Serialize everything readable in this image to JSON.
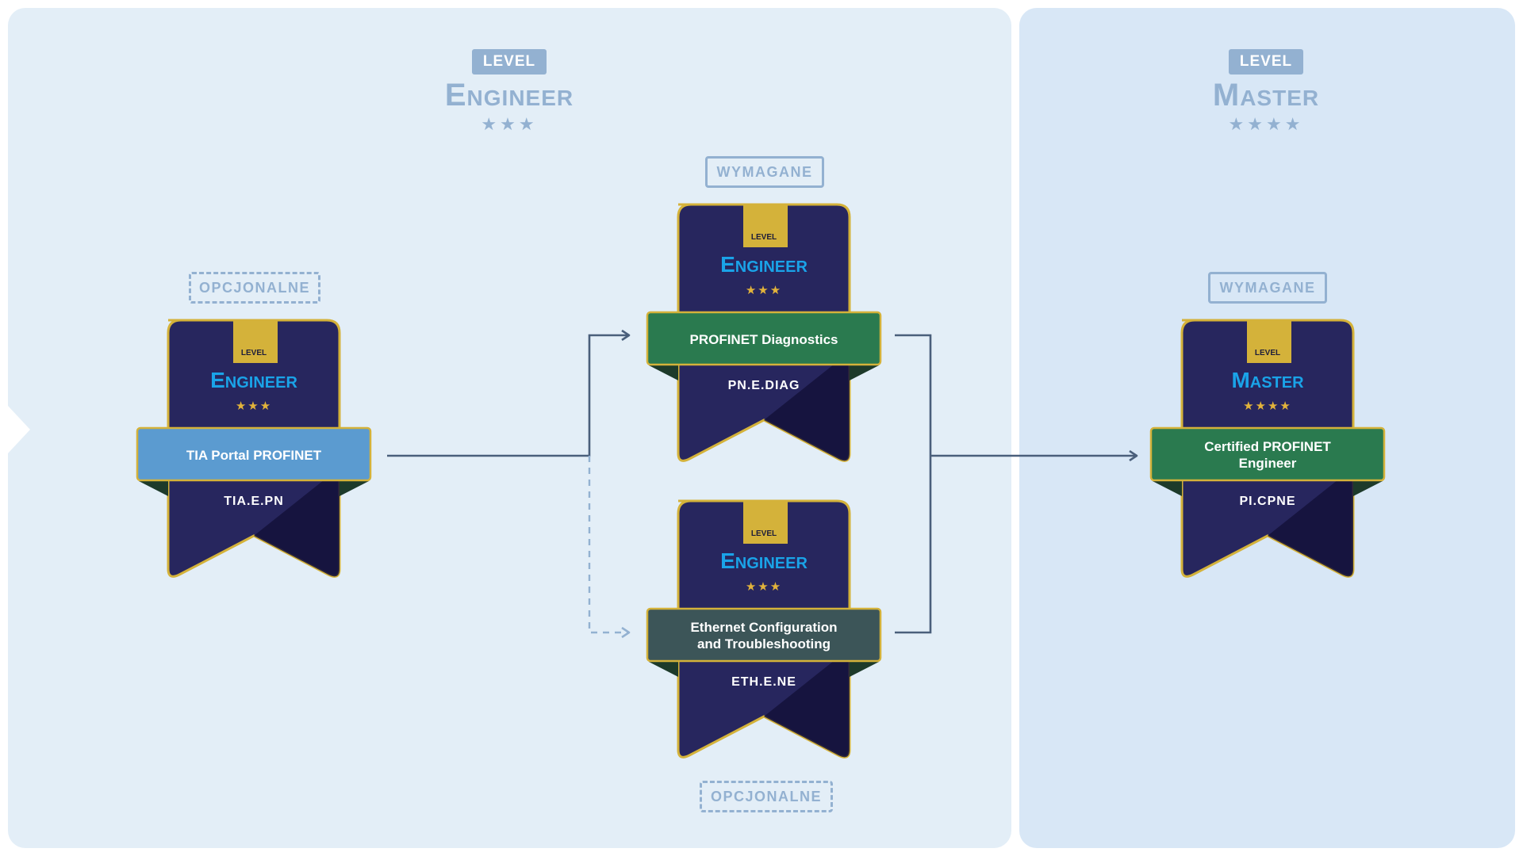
{
  "levels": {
    "engineer": {
      "tag": "LEVEL",
      "name": "Engineer",
      "stars": "★★★"
    },
    "master": {
      "tag": "LEVEL",
      "name": "Master",
      "stars": "★★★★"
    }
  },
  "tags": {
    "optional_left": "OPCJONALNE",
    "required_top": "WYMAGANE",
    "optional_bottom": "OPCJONALNE",
    "required_master": "WYMAGANE"
  },
  "badges": [
    {
      "level_label": "LEVEL",
      "level_name": "Engineer",
      "stars": "★★★",
      "title": "TIA Portal PROFINET",
      "code": "TIA.E.PN",
      "ribbon_color": "#5b9bd0"
    },
    {
      "level_label": "LEVEL",
      "level_name": "Engineer",
      "stars": "★★★",
      "title": "PROFINET Diagnostics",
      "code": "PN.E.DIAG",
      "ribbon_color": "#2a7a4f"
    },
    {
      "level_label": "LEVEL",
      "level_name": "Engineer",
      "stars": "★★★",
      "title": "Ethernet Configuration and Troubleshooting",
      "code": "ETH.E.NE",
      "ribbon_color": "#3c5558"
    },
    {
      "level_label": "LEVEL",
      "level_name": "Master",
      "stars": "★★★★",
      "title": "Certified PROFINET Engineer",
      "code": "PI.CPNE",
      "ribbon_color": "#2a7a4f"
    }
  ],
  "colors": {
    "panel_engineer": "#e3eef7",
    "panel_master": "#d8e7f6",
    "muted": "#93b1d1",
    "badge_dark": "#27265e",
    "gold": "#d4b23a",
    "accent": "#1aa3e8",
    "connector": "#4a5f7b",
    "connector_optional": "#93b1d1"
  }
}
